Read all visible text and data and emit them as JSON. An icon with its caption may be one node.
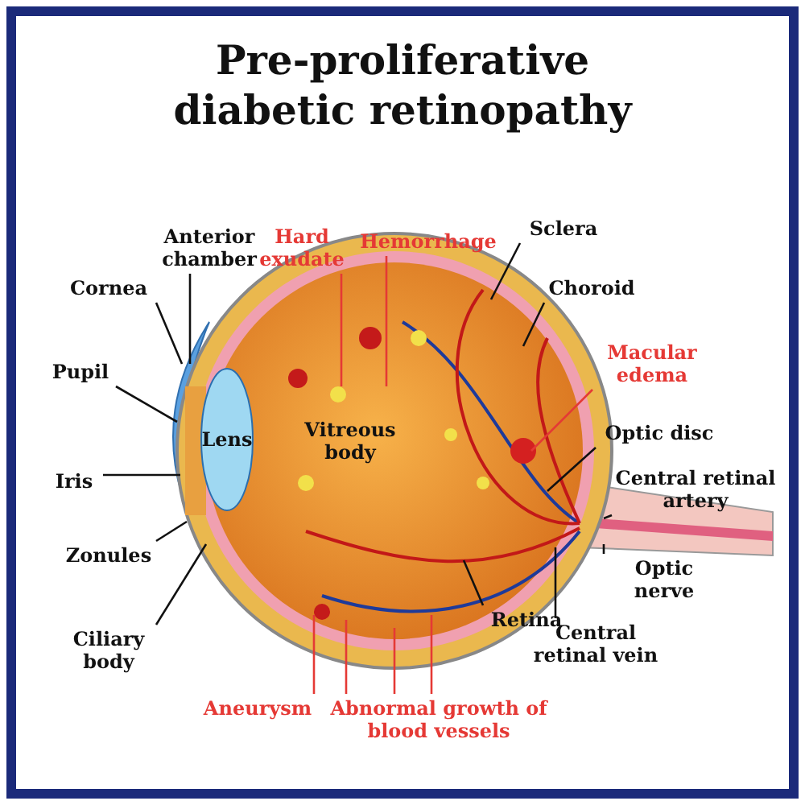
{
  "diagram": {
    "title": "Pre-proliferative diabetic retinopathy",
    "nodes": [
      {
        "text": [
          "Hard exudate"
        ]
      },
      {
        "text": [
          "Hemorrhage"
        ]
      },
      {
        "text": [
          "Anterior chamber"
        ]
      },
      {
        "text": [
          "Sclera"
        ]
      },
      {
        "text": [
          "Cornea"
        ]
      },
      {
        "text": [
          "Choroid"
        ]
      },
      {
        "text": [
          "Pupil"
        ]
      },
      {
        "text": [
          "Macular edema"
        ]
      },
      {
        "text": [
          "Lens"
        ]
      },
      {
        "text": [
          "Optic disc"
        ]
      },
      {
        "text": [
          "Central retinal artery"
        ]
      },
      {
        "text": [
          "Iris"
        ]
      },
      {
        "text": [
          "Optic nerve"
        ]
      },
      {
        "text": [
          "Zonules"
        ]
      },
      {
        "text": [
          "Retina"
        ]
      },
      {
        "text": [
          "Central retinal vein"
        ]
      },
      {
        "text": [
          "Ciliary body"
        ]
      },
      {
        "text": [
          "Aneurysm"
        ]
      },
      {
        "text": [
          "Abnormal growth of blood vessels"
        ]
      }
    ],
    "edges": [
      {
        "from": 0,
        "to": null,
        "arrow": "none",
        "color": "#e53935"
      },
      {
        "from": 1,
        "to": null,
        "arrow": "none",
        "color": "#e53935"
      },
      {
        "from": 2,
        "to": null,
        "arrow": "none"
      },
      {
        "from": 3,
        "to": null,
        "arrow": "none"
      },
      {
        "from": 4,
        "to": null,
        "arrow": "none"
      },
      {
        "from": 5,
        "to": null,
        "arrow": "none"
      },
      {
        "from": 6,
        "to": null,
        "arrow": "none"
      },
      {
        "from": 7,
        "to": null,
        "arrow": "none",
        "color": "#e53935"
      },
      {
        "from": 9,
        "to": null,
        "arrow": "none"
      },
      {
        "from": 10,
        "to": null,
        "arrow": "none"
      },
      {
        "from": 11,
        "to": null,
        "arrow": "none"
      },
      {
        "from": 12,
        "to": null,
        "arrow": "none"
      },
      {
        "from": 13,
        "to": null,
        "arrow": "none"
      },
      {
        "from": 14,
        "to": null,
        "arrow": "none"
      },
      {
        "from": 15,
        "to": null,
        "arrow": "none"
      },
      {
        "from": 16,
        "to": null,
        "arrow": "none"
      },
      {
        "from": 17,
        "to": null,
        "arrow": "none",
        "color": "#e53935"
      },
      {
        "from": 18,
        "to": null,
        "arrow": "none",
        "color": "#e53935"
      },
      {
        "from": 18,
        "to": null,
        "arrow": "none",
        "color": "#e53935"
      },
      {
        "from": 18,
        "to": null,
        "arrow": "none",
        "color": "#e53935"
      }
    ],
    "labels": [
      "Vitreous body"
    ]
  }
}
